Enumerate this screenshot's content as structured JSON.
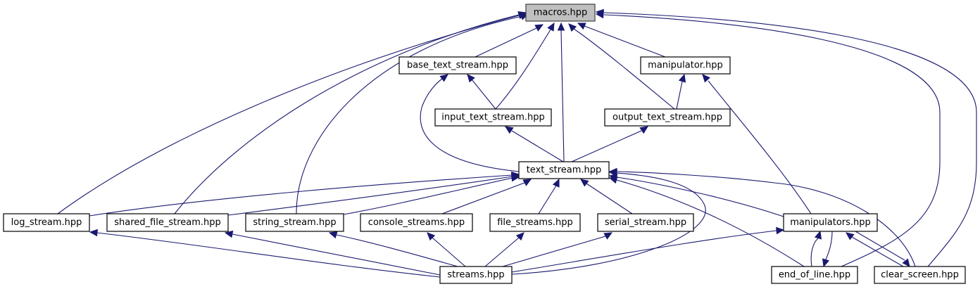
{
  "diagram": {
    "type": "include-dependency-graph",
    "root": "macros.hpp",
    "colors": {
      "edge": "#191970",
      "root_fill": "#bfbfbf",
      "node_fill": "#ffffff",
      "node_border": "#000000"
    },
    "nodes": [
      {
        "id": "macros",
        "label": "macros.hpp",
        "root": true
      },
      {
        "id": "base_text_stream",
        "label": "base_text_stream.hpp"
      },
      {
        "id": "manipulator",
        "label": "manipulator.hpp"
      },
      {
        "id": "input_text_stream",
        "label": "input_text_stream.hpp"
      },
      {
        "id": "output_text_stream",
        "label": "output_text_stream.hpp"
      },
      {
        "id": "text_stream",
        "label": "text_stream.hpp"
      },
      {
        "id": "log_stream",
        "label": "log_stream.hpp"
      },
      {
        "id": "shared_file_stream",
        "label": "shared_file_stream.hpp"
      },
      {
        "id": "string_stream",
        "label": "string_stream.hpp"
      },
      {
        "id": "console_streams",
        "label": "console_streams.hpp"
      },
      {
        "id": "file_streams",
        "label": "file_streams.hpp"
      },
      {
        "id": "serial_stream",
        "label": "serial_stream.hpp"
      },
      {
        "id": "manipulators",
        "label": "manipulators.hpp"
      },
      {
        "id": "streams",
        "label": "streams.hpp"
      },
      {
        "id": "end_of_line",
        "label": "end_of_line.hpp"
      },
      {
        "id": "clear_screen",
        "label": "clear_screen.hpp"
      }
    ],
    "edges": [
      {
        "from": "base_text_stream",
        "to": "macros"
      },
      {
        "from": "manipulator",
        "to": "macros"
      },
      {
        "from": "input_text_stream",
        "to": "macros"
      },
      {
        "from": "output_text_stream",
        "to": "macros"
      },
      {
        "from": "text_stream",
        "to": "macros"
      },
      {
        "from": "log_stream",
        "to": "macros"
      },
      {
        "from": "shared_file_stream",
        "to": "macros"
      },
      {
        "from": "string_stream",
        "to": "macros"
      },
      {
        "from": "end_of_line",
        "to": "macros"
      },
      {
        "from": "clear_screen",
        "to": "macros"
      },
      {
        "from": "input_text_stream",
        "to": "base_text_stream"
      },
      {
        "from": "text_stream",
        "to": "base_text_stream"
      },
      {
        "from": "output_text_stream",
        "to": "manipulator"
      },
      {
        "from": "manipulators",
        "to": "manipulator"
      },
      {
        "from": "text_stream",
        "to": "input_text_stream"
      },
      {
        "from": "text_stream",
        "to": "output_text_stream"
      },
      {
        "from": "log_stream",
        "to": "text_stream"
      },
      {
        "from": "shared_file_stream",
        "to": "text_stream"
      },
      {
        "from": "string_stream",
        "to": "text_stream"
      },
      {
        "from": "console_streams",
        "to": "text_stream"
      },
      {
        "from": "file_streams",
        "to": "text_stream"
      },
      {
        "from": "serial_stream",
        "to": "text_stream"
      },
      {
        "from": "manipulators",
        "to": "text_stream"
      },
      {
        "from": "streams",
        "to": "text_stream"
      },
      {
        "from": "end_of_line",
        "to": "text_stream"
      },
      {
        "from": "clear_screen",
        "to": "text_stream"
      },
      {
        "from": "streams",
        "to": "log_stream"
      },
      {
        "from": "streams",
        "to": "shared_file_stream"
      },
      {
        "from": "streams",
        "to": "string_stream"
      },
      {
        "from": "streams",
        "to": "console_streams"
      },
      {
        "from": "streams",
        "to": "file_streams"
      },
      {
        "from": "streams",
        "to": "serial_stream"
      },
      {
        "from": "streams",
        "to": "manipulators"
      },
      {
        "from": "end_of_line",
        "to": "manipulators"
      },
      {
        "from": "manipulators",
        "to": "end_of_line"
      },
      {
        "from": "clear_screen",
        "to": "manipulators"
      },
      {
        "from": "manipulators",
        "to": "clear_screen"
      }
    ]
  }
}
